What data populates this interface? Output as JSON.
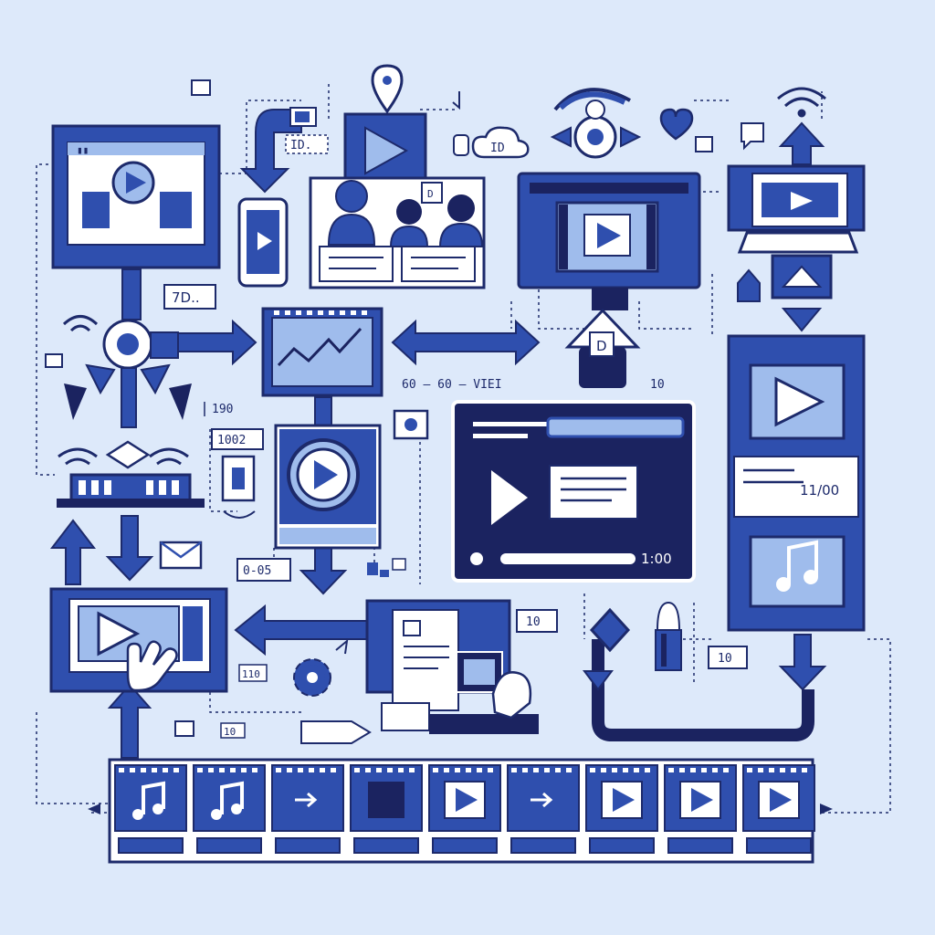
{
  "colors": {
    "background": "#dde9fa",
    "primary": "#2f4fae",
    "dark": "#1b2360",
    "light": "#9fbcec",
    "white": "#ffffff",
    "outline": "#1d2a6b"
  },
  "labels": {
    "top_left_tag": "ID.",
    "cloud_text": "ID",
    "group_badge": "D",
    "note_7d": "7D..",
    "note_190": "190",
    "box_1002": "1002",
    "box_0_05": "0-05",
    "mid_row_text": "60 — 60 — VIEI",
    "num_10_mid": "10",
    "panel_time": "11/00",
    "player_time": "1:00",
    "tag_10_right": "10",
    "tag_10_bottom": "10",
    "tag_110": "110",
    "tag_small_10": "10",
    "pin_letter": "D"
  },
  "icons": [
    "monitor-icon",
    "play-icon",
    "smartphone-icon",
    "people-icon",
    "location-pin-icon",
    "cloud-icon",
    "webcam-icon",
    "heart-icon",
    "wifi-icon",
    "laptop-icon",
    "camera-icon",
    "chart-icon",
    "gear-icon",
    "music-note-icon",
    "envelope-icon",
    "hand-cursor-icon",
    "document-icon",
    "film-strip-icon",
    "arrow-icon",
    "diamond-icon",
    "usb-drive-icon"
  ]
}
